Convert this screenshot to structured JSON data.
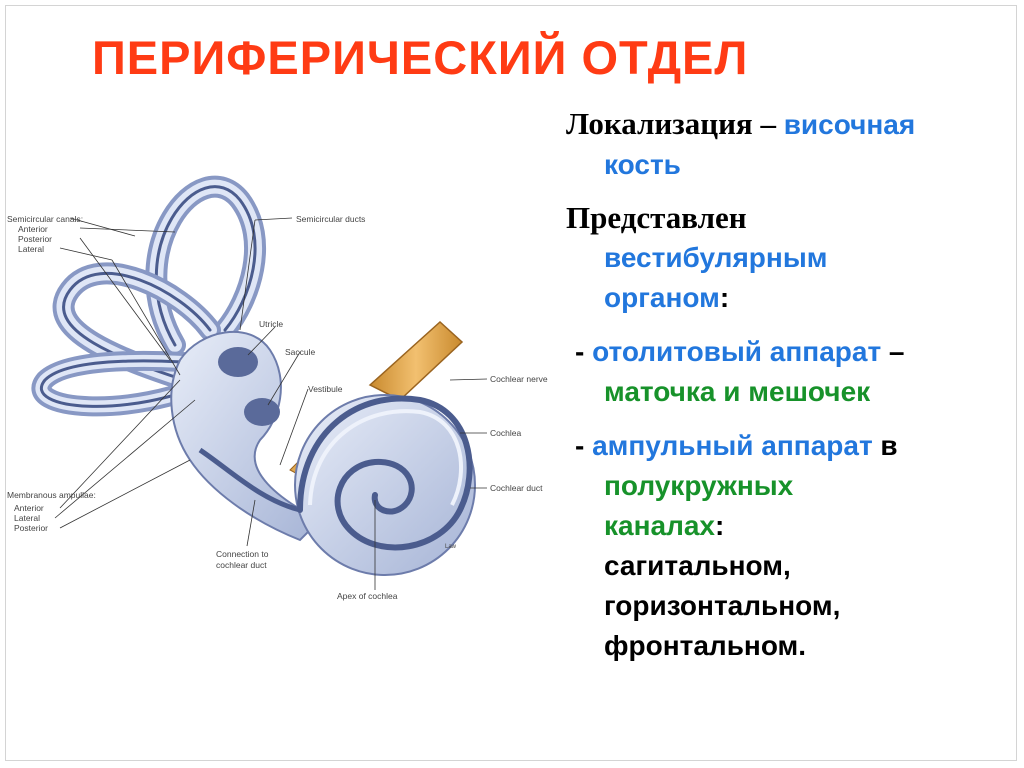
{
  "slide": {
    "title": "ПЕРИФЕРИЧЕСКИЙ ОТДЕЛ",
    "colors": {
      "title": "#ff3b14",
      "blue": "#2277dd",
      "green": "#17922a",
      "black": "#000000"
    }
  },
  "text": {
    "p1": {
      "term": "Локализация –",
      "value_line1": "височная",
      "value_line2": "кость"
    },
    "p2": {
      "term": "Представлен",
      "value_line1": "вестибулярным",
      "value_line2": "органом",
      "colon": ":"
    },
    "p3": {
      "dash": "-",
      "term": "отолитовый аппарат",
      "dash2": "–",
      "value": "маточка и мешочек"
    },
    "p4": {
      "dash": "-",
      "term": "ампульный аппарат",
      "preposition": "в",
      "value_line1": "полукружных",
      "value_line2": "каналах",
      "colon": ":",
      "items": [
        "сагитальном,",
        "горизонтальном,",
        "фронтальном."
      ]
    }
  },
  "figure": {
    "labels": {
      "semicircular_canals": "Semicircular canals:",
      "anterior": "Anterior",
      "posterior": "Posterior",
      "lateral": "Lateral",
      "semicircular_ducts": "Semicircular ducts",
      "utricle": "Utricle",
      "saccule": "Saccule",
      "vestibule": "Vestibule",
      "cochlear_nerve": "Cochlear nerve",
      "cochlea": "Cochlea",
      "cochlear_duct": "Cochlear duct",
      "membranous_ampullae": "Membranous ampullae:",
      "ampulla_anterior": "Anterior",
      "ampulla_lateral": "Lateral",
      "ampulla_posterior": "Posterior",
      "connection_line1": "Connection to",
      "connection_line2": "cochlear duct",
      "apex": "Apex of cochlea",
      "artist": "Law"
    }
  }
}
